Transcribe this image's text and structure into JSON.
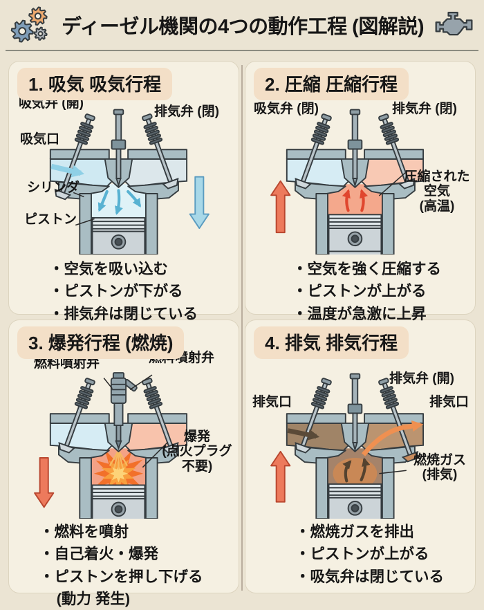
{
  "header": {
    "title": "ディーゼル機関の4つの動作工程 (図解説)",
    "icons": [
      {
        "name": "gears-icon"
      },
      {
        "name": "engine-icon"
      }
    ]
  },
  "colors": {
    "background": "#ebe4d3",
    "panel_background": "#f5f0e2",
    "title_pill": "#f3dfc7",
    "block_gray": "#a9bdc3",
    "outline": "#353c40",
    "intake_blue": "#8fd0e6",
    "compression_red": "#ed7a5c",
    "explosion_orange": "#f2702a",
    "exhaust_brown": "#a5836a"
  },
  "panels": [
    {
      "title": "1. 吸気 吸気行程",
      "labels": {
        "top_left": "吸気弁 (開)",
        "top_right": "排気弁 (閉)",
        "port_left": "吸気口",
        "mid_left": "シリンダ",
        "low_left": "ピストン"
      },
      "bullets": [
        "・空気を吸い込む",
        "・ピストンが下がる",
        "・排気弁は閉じている"
      ],
      "scene": {
        "port_left": "#cfe9f2",
        "port_right": "#dce7eb",
        "chamber": "#dff2f7",
        "flow_arrow": "#58b2d2",
        "port_arrow": "#8fd0e6",
        "side_arrow": "#a8d8e8",
        "side_arrow_edge": "#5b9cc0"
      }
    },
    {
      "title": "2. 圧縮 圧縮行程",
      "labels": {
        "top_left": "吸気弁 (閉)",
        "top_right": "排気弁 (閉)",
        "right_note": "圧縮された\n空気\n(高温)"
      },
      "bullets": [
        "・空気を強く圧縮する",
        "・ピストンが上がる",
        "・温度が急激に上昇"
      ],
      "scene": {
        "port_left": "#d6ecf4",
        "port_right": "#f8c9b4",
        "chamber": "#f4a88c",
        "flow_arrow": "#e0462e",
        "side_arrow": "#ed7a5c",
        "side_arrow_edge": "#b8462e"
      }
    },
    {
      "title": "3. 爆発行程 (燃焼)",
      "labels": {
        "top_left": "燃料噴射弁",
        "top_right": "燃料噴射弁",
        "right_note": "爆発\n(点火プラグ\n不要)"
      },
      "bullets": [
        "・燃料を噴射",
        "・自己着火・爆発",
        "・ピストンを押し下げる\n(動力 発生)"
      ],
      "scene": {
        "port_left": "#d6ecf4",
        "port_right": "#f8c3ac",
        "chamber": "#f3a286",
        "explosion": [
          "#f2702a",
          "#f89f3e",
          "#fdd378"
        ],
        "spray": "#f6b961",
        "side_arrow": "#ed7a5c",
        "side_arrow_edge": "#b8462e"
      }
    },
    {
      "title": "4. 排気 排気行程",
      "labels": {
        "top_right": "排気弁 (開)",
        "port_left": "排気口",
        "port_right": "排気口",
        "right_note": "燃焼ガス\n(排気)"
      },
      "bullets": [
        "・燃焼ガスを排出",
        "・ピストンが上がる",
        "・吸気弁は閉じている"
      ],
      "scene": {
        "port_left": "#a08467",
        "port_right": "#bb9470",
        "chamber": "#a5836a",
        "glow": "#cf8a52",
        "flow_arrow": "#54422f",
        "port_arrow": "#5a4a38",
        "exit_arrow": "#ef9051",
        "side_arrow": "#ed7a5c",
        "side_arrow_edge": "#b8462e"
      }
    }
  ]
}
